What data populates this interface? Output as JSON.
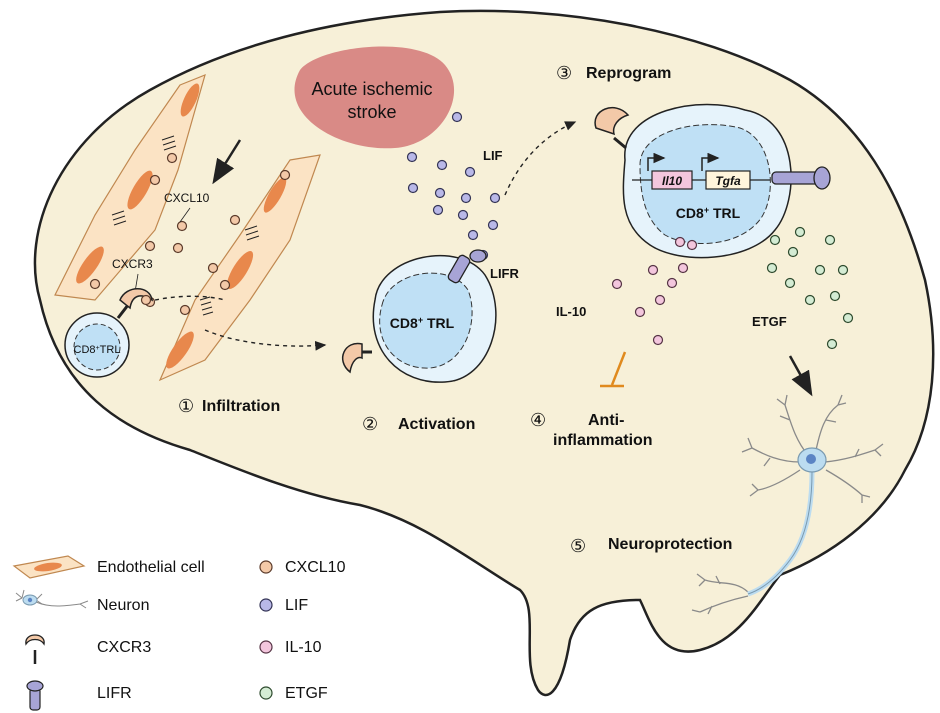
{
  "title_area": {
    "stroke_label": "Acute ischemic stroke",
    "stroke_line1": "Acute ischemic",
    "stroke_line2": "stroke"
  },
  "molecules": {
    "cxcl10": "CXCL10",
    "cxcr3": "CXCR3",
    "lif": "LIF",
    "lifr": "LIFR",
    "il10": "IL-10",
    "etgf": "ETGF"
  },
  "cells": {
    "cd8_small_base": "CD8",
    "cd8_small_sup": "+",
    "cd8_small_tail": "TRL",
    "cd8_base": "CD8",
    "cd8_sup": "+",
    "cd8_tail": " TRL"
  },
  "genes": {
    "gene1": "Il10",
    "gene2": "Tgfa"
  },
  "steps": [
    {
      "num": "①",
      "label": "Infiltration"
    },
    {
      "num": "②",
      "label": "Activation"
    },
    {
      "num": "③",
      "label": "Reprogram"
    },
    {
      "num": "④",
      "label_line1": "Anti-",
      "label_line2": "inflammation"
    },
    {
      "num": "⑤",
      "label": "Neuroprotection"
    }
  ],
  "legend": {
    "endothelial": "Endothelial cell",
    "neuron": "Neuron",
    "cxcr3": "CXCR3",
    "lifr": "LIFR",
    "cxcl10": "CXCL10",
    "lif": "LIF",
    "il10": "IL-10",
    "etgf": "ETGF"
  },
  "colors": {
    "brain_fill": "#f7f0d8",
    "stroke_fill": "#d98a86",
    "endothelial_fill": "#fbe3c4",
    "endothelial_nucleus": "#e8884c",
    "cell_fill": "#bfe0f5",
    "cell_halo": "#e6f3fb",
    "cxcl10": "#f3c9a8",
    "lif": "#b9b8e8",
    "il10": "#f3c6dd",
    "etgf": "#d4ecd4",
    "inhibit": "#e08a1e",
    "lifr_receptor": "#a7a4d6"
  }
}
